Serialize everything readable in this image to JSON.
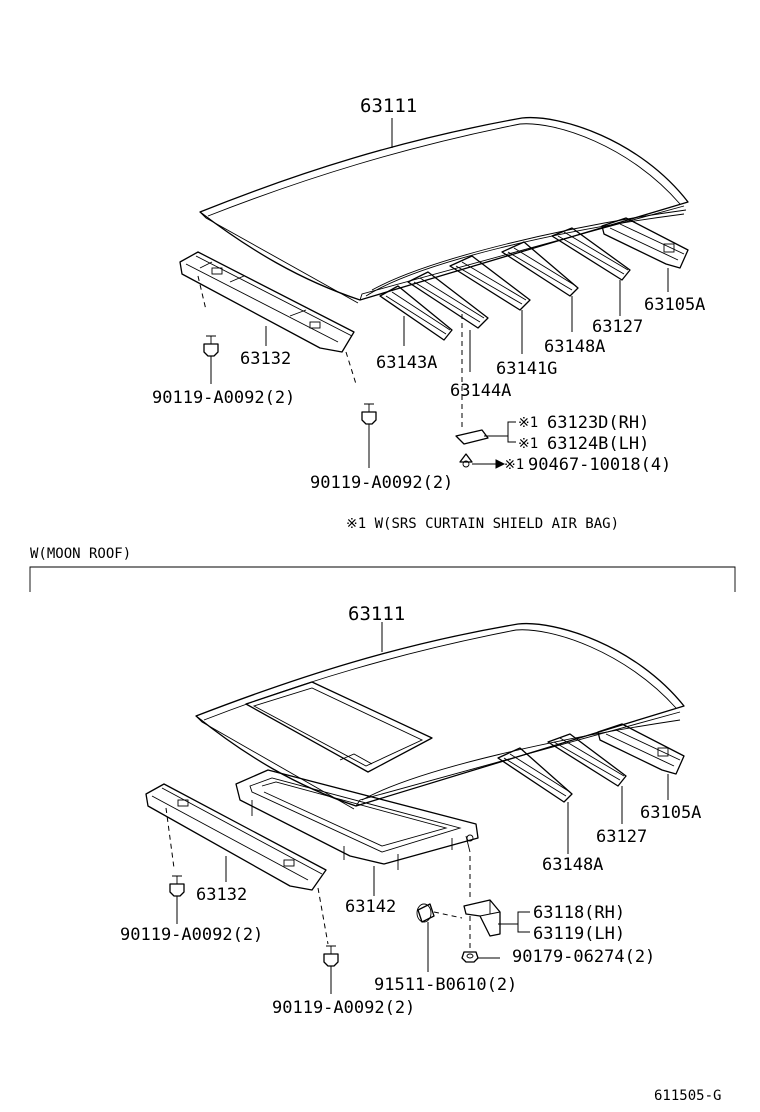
{
  "top": {
    "labels": {
      "roof_panel": "63111",
      "front_header": "63132",
      "bow_a": "63143A",
      "bow_b": "63144A",
      "bow_c": "63141G",
      "bow_d": "63148A",
      "bow_e": "63127",
      "rear_header": "63105A",
      "bolt_1": "90119-A0092(2)",
      "bolt_2": "90119-A0092(2)",
      "bracket_rh": "63123D(RH)",
      "bracket_lh": "63124B(LH)",
      "clip": "90467-10018(4)"
    },
    "mark": "※1",
    "footnote": "※1 W(SRS CURTAIN SHIELD AIR BAG)"
  },
  "section_title": "W(MOON ROOF)",
  "bottom": {
    "labels": {
      "roof_panel": "63111",
      "front_header": "63132",
      "moonroof_frame": "63142",
      "bow_d": "63148A",
      "bow_e": "63127",
      "rear_header": "63105A",
      "bracket_rh": "63118(RH)",
      "bracket_lh": "63119(LH)",
      "nut": "90179-06274(2)",
      "stud": "91511-B0610(2)",
      "bolt_1": "90119-A0092(2)",
      "bolt_2": "90119-A0092(2)"
    }
  },
  "figure_code": "611505-G"
}
